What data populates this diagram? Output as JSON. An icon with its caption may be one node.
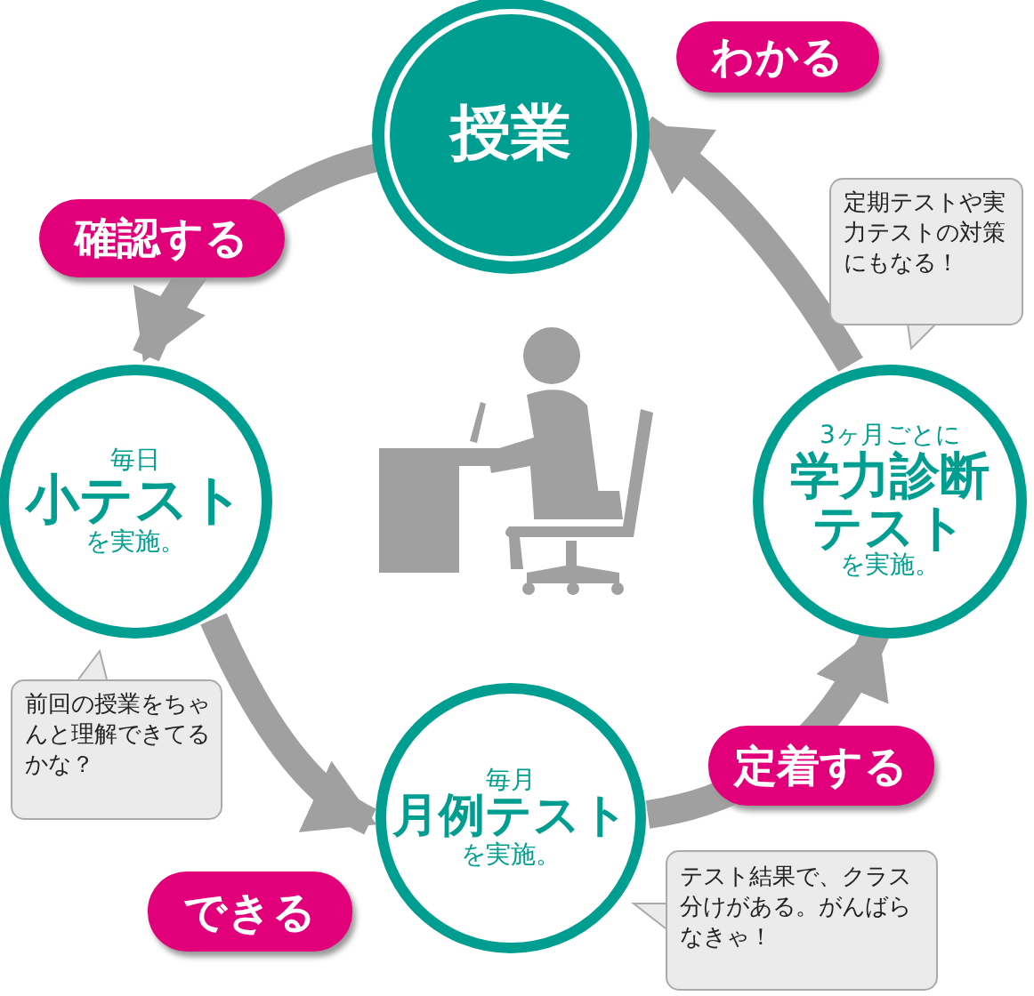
{
  "diagram": {
    "nodes": [
      {
        "text": [
          "授業"
        ]
      },
      {
        "text": [
          "毎日",
          "小テスト",
          "を実施。"
        ]
      },
      {
        "text": [
          "毎月",
          "月例テスト",
          "を実施。"
        ]
      },
      {
        "text": [
          "3ヶ月ごとに",
          "学力診断テスト",
          "を実施。"
        ]
      },
      {
        "text": [
          "定期テストや実力テストの対策にもなる！"
        ]
      },
      {
        "text": [
          "前回の授業をちゃんと理解できてるかな？"
        ]
      },
      {
        "text": [
          "テスト結果で、クラス分けがある。がんばらなきゃ！"
        ]
      }
    ],
    "edges": [
      {
        "from": 0,
        "to": 1,
        "arrow": "to",
        "label": "確認する"
      },
      {
        "from": 1,
        "to": 2,
        "arrow": "to",
        "label": "できる"
      },
      {
        "from": 2,
        "to": 3,
        "arrow": "to",
        "label": "定着する"
      },
      {
        "from": 3,
        "to": 0,
        "arrow": "to",
        "label": "わかる"
      }
    ]
  }
}
